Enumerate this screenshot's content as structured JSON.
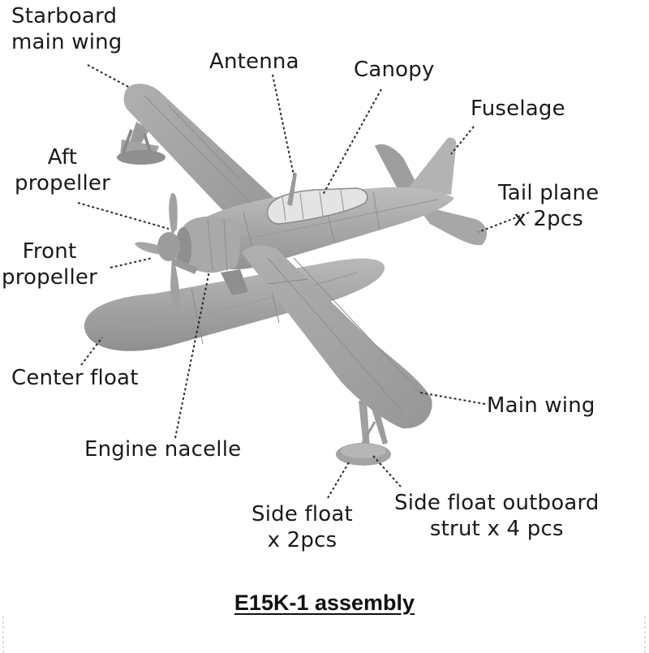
{
  "title": "E15K-1 assembly",
  "labels": {
    "starboard_main_wing": [
      "Starboard",
      "main wing"
    ],
    "antenna": "Antenna",
    "canopy": "Canopy",
    "fuselage": "Fuselage",
    "aft_propeller": [
      "Aft",
      "propeller"
    ],
    "tail_plane": [
      "Tail plane",
      "x 2pcs"
    ],
    "front_propeller": [
      "Front",
      "propeller"
    ],
    "center_float": "Center float",
    "main_wing": "Main wing",
    "engine_nacelle": "Engine nacelle",
    "side_float": [
      "Side float",
      "x 2pcs"
    ],
    "side_float_strut": [
      "Side float outboard",
      "strut x 4 pcs"
    ]
  },
  "colors": {
    "model_gray": "#a6a6a6",
    "model_shadow": "#8d8d8d",
    "model_highlight": "#c4c4c4",
    "canopy_clear": "#e6e6e6",
    "leader_line": "#2a2a2a"
  }
}
